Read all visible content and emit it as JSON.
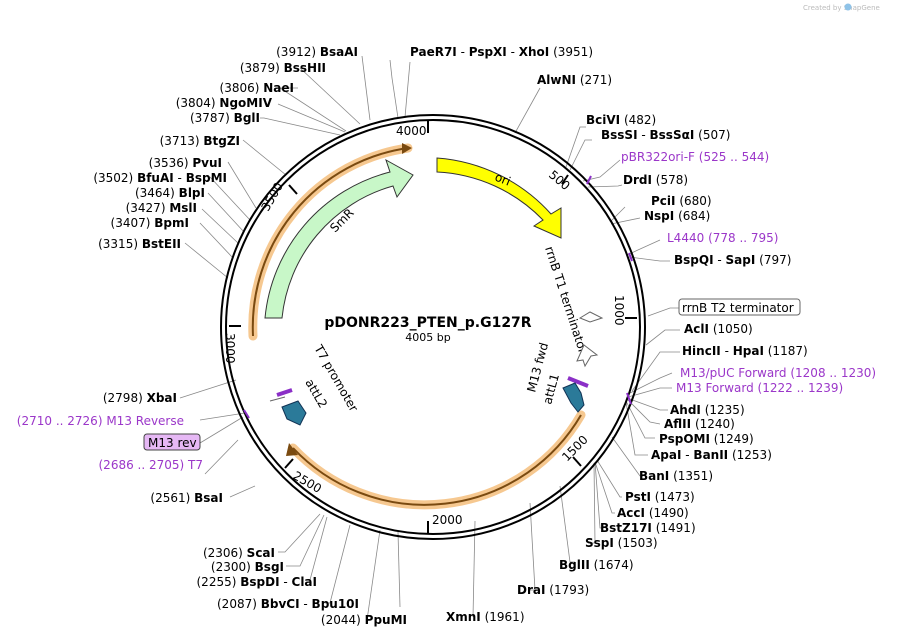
{
  "credit": "Created by SnapGene",
  "plasmid": {
    "name": "pDONR223_PTEN_p.G127R",
    "length_label": "4005 bp",
    "length": 4005
  },
  "ticks": [
    "500",
    "1000",
    "1500",
    "2000",
    "2500",
    "3000",
    "3500",
    "4000"
  ],
  "features": {
    "ori": "ori",
    "smr": "SmR",
    "rrnb_t1": "rrnB T1 terminator",
    "m13_fwd": "M13 fwd",
    "attl1": "attL1",
    "t7_promoter": "T7 promoter",
    "attl2": "attL2"
  },
  "right_labels": [
    {
      "parts": [
        "BciVI"
      ],
      "pos": "(482)"
    },
    {
      "parts": [
        "BssSI",
        "BssSαI"
      ],
      "pos": "(507)"
    },
    {
      "parts": [
        "pBR322ori-F"
      ],
      "pos": "(525 .. 544)",
      "primer": true
    },
    {
      "parts": [
        "DrdI"
      ],
      "pos": "(578)"
    },
    {
      "parts": [
        "PciI"
      ],
      "pos": "(680)"
    },
    {
      "parts": [
        "NspI"
      ],
      "pos": "(684)"
    },
    {
      "parts": [
        "L4440"
      ],
      "pos": "(778 .. 795)",
      "primer": true
    },
    {
      "parts": [
        "BspQI",
        "SapI"
      ],
      "pos": "(797)"
    },
    {
      "parts": [
        "AclI"
      ],
      "pos": "(1050)"
    },
    {
      "parts": [
        "HincII",
        "HpaI"
      ],
      "pos": "(1187)"
    },
    {
      "parts": [
        "M13/pUC Forward"
      ],
      "pos": "(1208 .. 1230)",
      "primer": true
    },
    {
      "parts": [
        "M13 Forward"
      ],
      "pos": "(1222 .. 1239)",
      "primer": true
    },
    {
      "parts": [
        "AhdI"
      ],
      "pos": "(1235)"
    },
    {
      "parts": [
        "AflII"
      ],
      "pos": "(1240)"
    },
    {
      "parts": [
        "PspOMI"
      ],
      "pos": "(1249)"
    },
    {
      "parts": [
        "ApaI",
        "BanII"
      ],
      "pos": "(1253)"
    },
    {
      "parts": [
        "BanI"
      ],
      "pos": "(1351)"
    },
    {
      "parts": [
        "PstI"
      ],
      "pos": "(1473)"
    },
    {
      "parts": [
        "AccI"
      ],
      "pos": "(1490)"
    },
    {
      "parts": [
        "BstZ17I"
      ],
      "pos": "(1491)"
    },
    {
      "parts": [
        "SspI"
      ],
      "pos": "(1503)"
    },
    {
      "parts": [
        "BglII"
      ],
      "pos": "(1674)"
    },
    {
      "parts": [
        "DraI"
      ],
      "pos": "(1793)"
    },
    {
      "parts": [
        "XmnI"
      ],
      "pos": "(1961)"
    }
  ],
  "top_labels": [
    {
      "parts": [
        "PaeR7I",
        "PspXI",
        "XhoI"
      ],
      "pos": "(3951)"
    },
    {
      "parts": [
        "AlwNI"
      ],
      "pos": "(271)"
    }
  ],
  "left_labels": [
    {
      "parts": [
        "BsaAI"
      ],
      "pos": "(3912)"
    },
    {
      "parts": [
        "BssHII"
      ],
      "pos": "(3879)"
    },
    {
      "parts": [
        "NaeI"
      ],
      "pos": "(3806)"
    },
    {
      "parts": [
        "NgoMIV"
      ],
      "pos": "(3804)"
    },
    {
      "parts": [
        "BglI"
      ],
      "pos": "(3787)"
    },
    {
      "parts": [
        "BtgZI"
      ],
      "pos": "(3713)"
    },
    {
      "parts": [
        "PvuI"
      ],
      "pos": "(3536)"
    },
    {
      "parts": [
        "BfuAI",
        "BspMI"
      ],
      "pos": "(3502)"
    },
    {
      "parts": [
        "BlpI"
      ],
      "pos": "(3464)"
    },
    {
      "parts": [
        "MslI"
      ],
      "pos": "(3427)"
    },
    {
      "parts": [
        "BpmI"
      ],
      "pos": "(3407)"
    },
    {
      "parts": [
        "BstEII"
      ],
      "pos": "(3315)"
    },
    {
      "parts": [
        "XbaI"
      ],
      "pos": "(2798)"
    },
    {
      "parts": [
        "M13 Reverse"
      ],
      "pos": "(2710 .. 2726)",
      "primer": true
    },
    {
      "parts": [
        "T7"
      ],
      "pos": "(2686 .. 2705)",
      "primer": true
    },
    {
      "parts": [
        "BsaI"
      ],
      "pos": "(2561)"
    },
    {
      "parts": [
        "ScaI"
      ],
      "pos": "(2306)"
    },
    {
      "parts": [
        "BsgI"
      ],
      "pos": "(2300)"
    },
    {
      "parts": [
        "BspDI",
        "ClaI"
      ],
      "pos": "(2255)"
    },
    {
      "parts": [
        "BbvCI",
        "Bpu10I"
      ],
      "pos": "(2087)"
    },
    {
      "parts": [
        "PpuMI"
      ],
      "pos": "(2044)"
    }
  ],
  "boxed": {
    "rrnb_t2": "rrnB T2 terminator",
    "m13_rev": "M13 rev"
  }
}
